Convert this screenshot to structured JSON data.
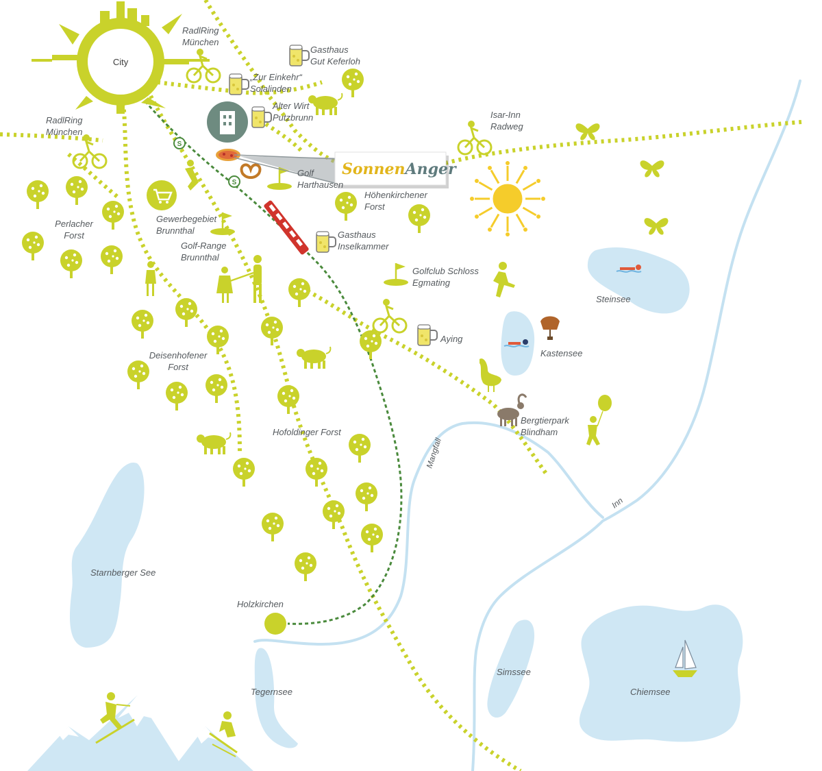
{
  "colors": {
    "lime": "#c9d22b",
    "water": "#cfe7f4",
    "river": "#c4e1f1",
    "rail": "#4a8a3c",
    "sun": "#f5cc2b",
    "text": "#555a5e",
    "brand_yellow": "#e2b51b",
    "brand_teal": "#5f7b7d",
    "train_red": "#d0342c",
    "tower_grey": "#6e8b80"
  },
  "brand": {
    "part1": "Sonnen",
    "part2": "Anger"
  },
  "center": {
    "label": "City"
  },
  "places": [
    {
      "id": "radlring-north",
      "lines": [
        "RadlRing",
        "München"
      ]
    },
    {
      "id": "gasthaus-keferloh",
      "lines": [
        "Gasthaus",
        "Gut Keferloh"
      ]
    },
    {
      "id": "zur-einkehr",
      "lines": [
        "„Zur Einkehr“",
        "Solalinden"
      ]
    },
    {
      "id": "alter-wirt",
      "lines": [
        "Alter Wirt",
        "Putzbrunn"
      ]
    },
    {
      "id": "isar-inn",
      "lines": [
        "Isar-Inn",
        "Radweg"
      ]
    },
    {
      "id": "radlring-west",
      "lines": [
        "RadlRing",
        "München"
      ]
    },
    {
      "id": "golf-harthausen",
      "lines": [
        "Golf",
        "Harthausen"
      ]
    },
    {
      "id": "hoehenkirchener",
      "lines": [
        "Höhenkirchener",
        "Forst"
      ]
    },
    {
      "id": "perlacher",
      "lines": [
        "Perlacher",
        "Forst"
      ]
    },
    {
      "id": "gewerbegebiet",
      "lines": [
        "Gewerbegebiet",
        "Brunnthal"
      ]
    },
    {
      "id": "gasthaus-inselkammer",
      "lines": [
        "Gasthaus",
        "Inselkammer"
      ]
    },
    {
      "id": "golf-range",
      "lines": [
        "Golf-Range",
        "Brunnthal"
      ]
    },
    {
      "id": "golfclub-egmating",
      "lines": [
        "Golfclub Schloss",
        "Egmating"
      ]
    },
    {
      "id": "steinsee",
      "lines": [
        "Steinsee"
      ]
    },
    {
      "id": "aying",
      "lines": [
        "Aying"
      ]
    },
    {
      "id": "kastensee",
      "lines": [
        "Kastensee"
      ]
    },
    {
      "id": "deisenhofener",
      "lines": [
        "Deisenhofener",
        "Forst"
      ]
    },
    {
      "id": "bergtierpark",
      "lines": [
        "Bergtierpark",
        "Blindham"
      ]
    },
    {
      "id": "hofoldinger",
      "lines": [
        "Hofoldinger Forst"
      ]
    },
    {
      "id": "starnberger-see",
      "lines": [
        "Starnberger See"
      ]
    },
    {
      "id": "holzkirchen",
      "lines": [
        "Holzkirchen"
      ]
    },
    {
      "id": "tegernsee",
      "lines": [
        "Tegernsee"
      ]
    },
    {
      "id": "simssee",
      "lines": [
        "Simssee"
      ]
    },
    {
      "id": "chiemsee",
      "lines": [
        "Chiemsee"
      ]
    }
  ],
  "rivers": {
    "mangfall": "Mangfall",
    "inn": "Inn"
  },
  "sbahn": {
    "symbol": "S"
  },
  "icons": [
    "city-skyline-icon",
    "beer-mug-icon",
    "cyclist-icon",
    "cow-icon",
    "tree-icon",
    "shopping-cart-icon",
    "golf-flag-icon",
    "train-icon",
    "pizza-icon",
    "pretzel-icon",
    "tower-icon",
    "sun-icon",
    "butterfly-icon",
    "swimmer-icon",
    "saddle-icon",
    "goose-icon",
    "ibex-icon",
    "balloon-child-icon",
    "runner-icon",
    "family-icon",
    "skier-icon",
    "sledder-icon",
    "sailboat-icon",
    "mountain-icon"
  ]
}
